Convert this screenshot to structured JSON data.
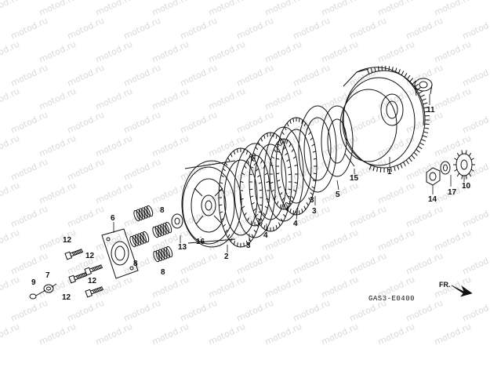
{
  "watermark": {
    "text": "motod.ru"
  },
  "callouts": [
    {
      "id": "c1",
      "label": "1"
    },
    {
      "id": "c2",
      "label": "2"
    },
    {
      "id": "c3a",
      "label": "3"
    },
    {
      "id": "c3b",
      "label": "3"
    },
    {
      "id": "c3c",
      "label": "3"
    },
    {
      "id": "c4a",
      "label": "4"
    },
    {
      "id": "c4b",
      "label": "4"
    },
    {
      "id": "c5",
      "label": "5"
    },
    {
      "id": "c6",
      "label": "6"
    },
    {
      "id": "c7",
      "label": "7"
    },
    {
      "id": "c8a",
      "label": "8"
    },
    {
      "id": "c8b",
      "label": "8"
    },
    {
      "id": "c8c",
      "label": "8"
    },
    {
      "id": "c9",
      "label": "9"
    },
    {
      "id": "c10",
      "label": "10"
    },
    {
      "id": "c11",
      "label": "11"
    },
    {
      "id": "c12a",
      "label": "12"
    },
    {
      "id": "c12b",
      "label": "12"
    },
    {
      "id": "c12c",
      "label": "12"
    },
    {
      "id": "c12d",
      "label": "12"
    },
    {
      "id": "c13",
      "label": "13"
    },
    {
      "id": "c14",
      "label": "14"
    },
    {
      "id": "c15",
      "label": "15"
    },
    {
      "id": "c16",
      "label": "16"
    },
    {
      "id": "c17",
      "label": "17"
    }
  ],
  "diagram_code": "GAS3-E0400",
  "direction_label": "FR."
}
